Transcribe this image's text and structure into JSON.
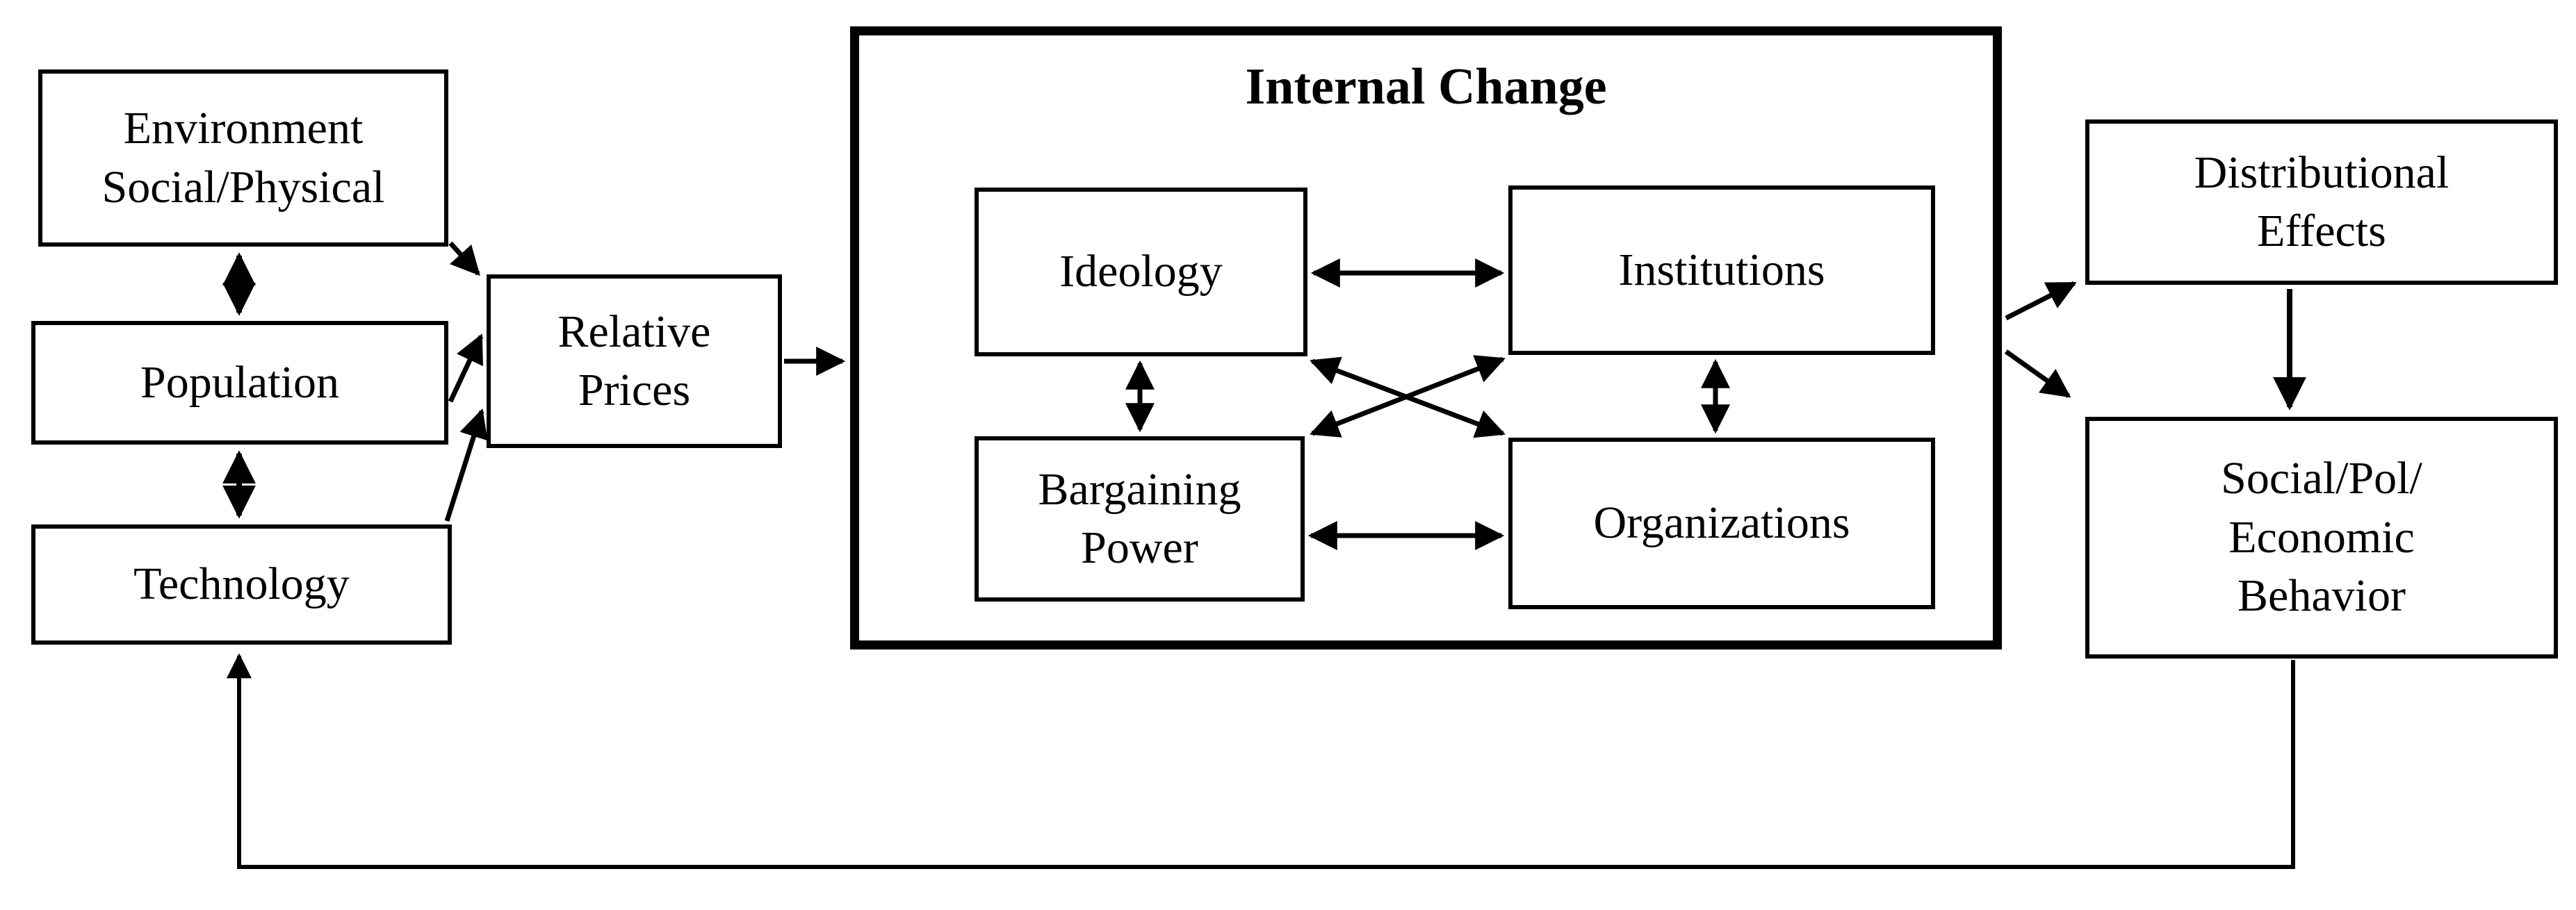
{
  "diagram": {
    "frame": {
      "title": "Internal Change"
    },
    "boxes": {
      "environment": {
        "label": "Environment\nSocial/Physical"
      },
      "population": {
        "label": "Population"
      },
      "technology": {
        "label": "Technology"
      },
      "relative_prices": {
        "label": "Relative\nPrices"
      },
      "ideology": {
        "label": "Ideology"
      },
      "institutions": {
        "label": "Institutions"
      },
      "bargaining_power": {
        "label": "Bargaining\nPower"
      },
      "organizations": {
        "label": "Organizations"
      },
      "distributional_effects": {
        "label": "Distributional\nEffects"
      },
      "social_pol_economic": {
        "label": "Social/Pol/\nEconomic\nBehavior"
      }
    },
    "colors": {
      "ink": "#000000",
      "background": "#ffffff"
    }
  }
}
